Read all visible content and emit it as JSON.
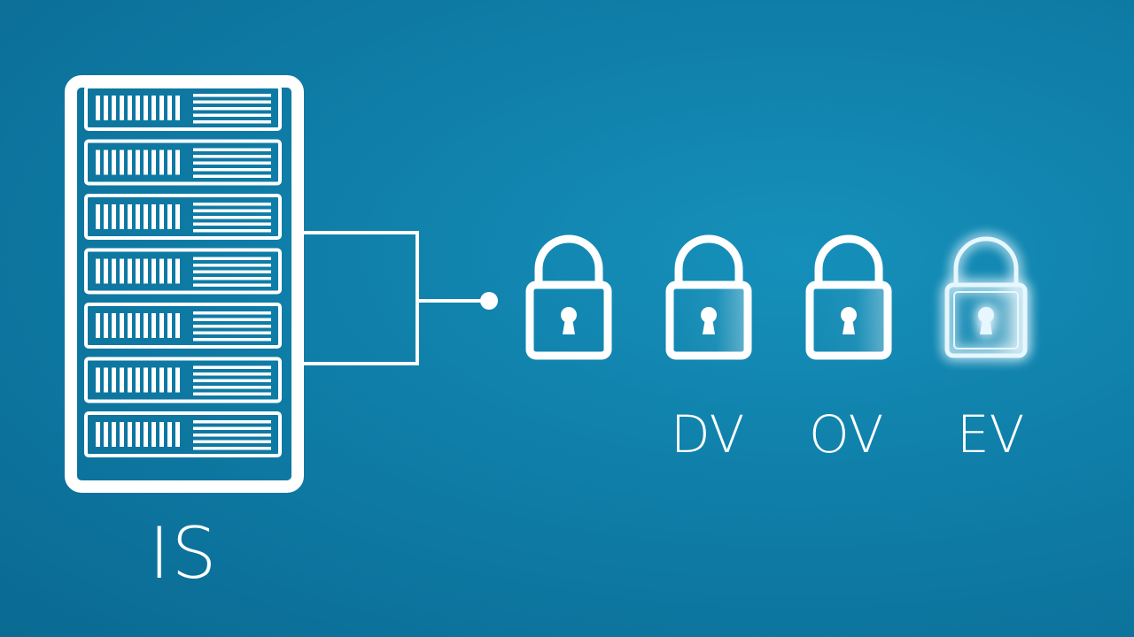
{
  "server": {
    "label": "IS",
    "units": 7,
    "icon": "server-rack-icon"
  },
  "connector": {
    "icon": "bracket-connector"
  },
  "locks": [
    {
      "label": "",
      "icon": "padlock-icon",
      "highlighted": false
    },
    {
      "label": "DV",
      "icon": "padlock-icon",
      "highlighted": false
    },
    {
      "label": "OV",
      "icon": "padlock-icon",
      "highlighted": false
    },
    {
      "label": "EV",
      "icon": "padlock-icon",
      "highlighted": true
    }
  ],
  "colors": {
    "background": "#0f7ea8",
    "foreground": "#ffffff",
    "glow": "#cfefff"
  }
}
